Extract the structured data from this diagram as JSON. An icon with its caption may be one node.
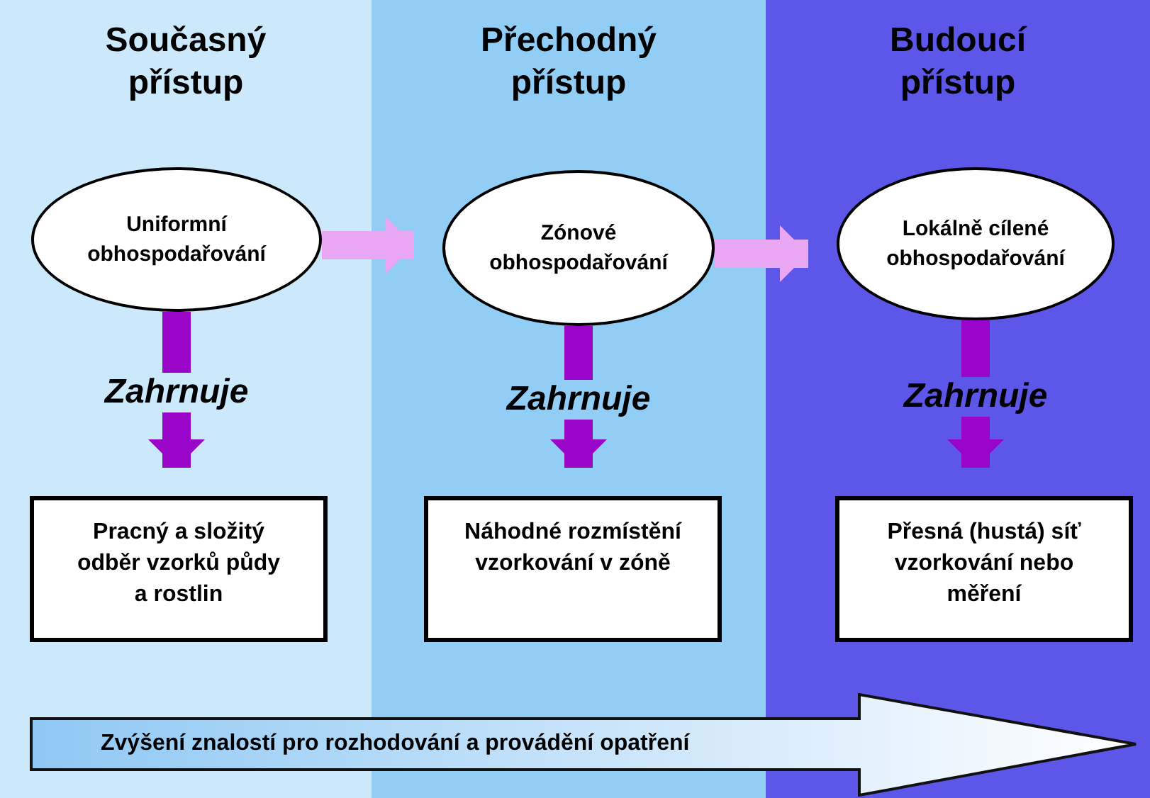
{
  "diagram": {
    "nodes": [
      {
        "text": [
          "Současný přístup"
        ]
      },
      {
        "text": [
          "Uniformní obhospodařování"
        ],
        "in": 0
      },
      {
        "text": [
          "Pracný a složitý odběr vzorků půdy a rostlin"
        ],
        "in": 0
      },
      {
        "text": [
          "Přechodný přístup"
        ]
      },
      {
        "text": [
          "Zónové obhospodařování"
        ],
        "in": 3
      },
      {
        "text": [
          "Náhodné rozmístění vzorkování v zóně"
        ],
        "in": 3
      },
      {
        "text": [
          "Budoucí přístup"
        ]
      },
      {
        "text": [
          "Lokálně cílené obhospodařování"
        ],
        "in": 6
      },
      {
        "text": [
          "Přesná (hustá) síť vzorkování nebo měření"
        ],
        "in": 6
      },
      {
        "text": [
          "Zvýšení znalostí pro rozhodování a provádění opatření"
        ]
      }
    ],
    "edges": [
      {
        "from": 1,
        "to": 4,
        "arrow": "to",
        "color": "#e9a6f2"
      },
      {
        "from": 4,
        "to": 7,
        "arrow": "to",
        "color": "#e9a6f2"
      },
      {
        "from": 1,
        "to": 2,
        "arrow": "to",
        "label": "Zahrnuje"
      },
      {
        "from": 4,
        "to": 5,
        "arrow": "to",
        "label": "Zahrnuje"
      },
      {
        "from": 7,
        "to": 8,
        "arrow": "to",
        "label": "Zahrnuje"
      }
    ]
  }
}
